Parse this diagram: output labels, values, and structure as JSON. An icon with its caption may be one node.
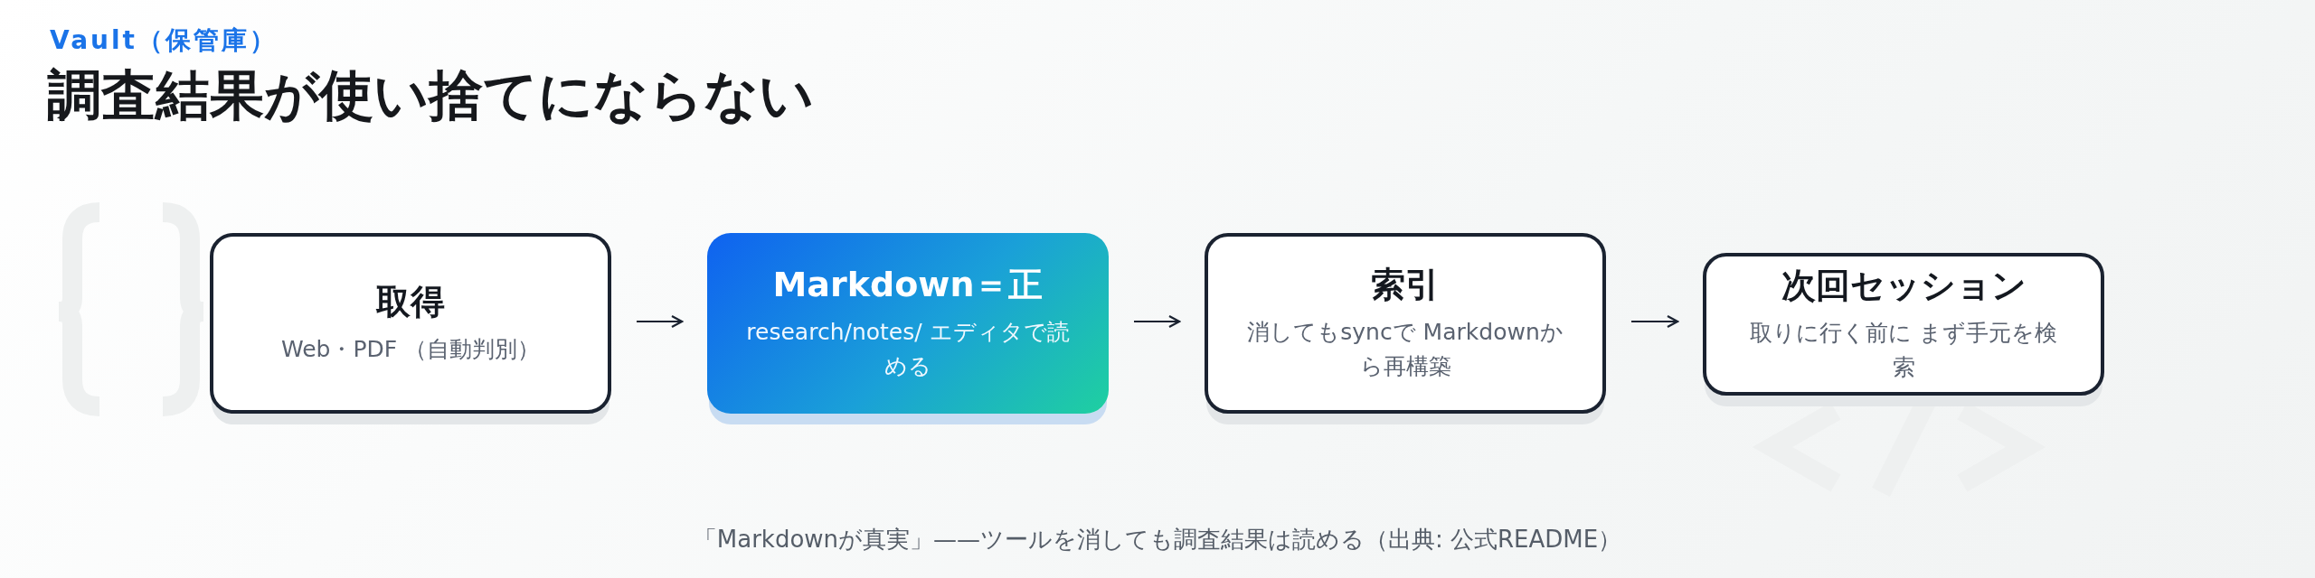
{
  "diagram": {
    "title": "調査結果が使い捨てにならない",
    "caption": "「Markdownが真実」——ツールを消しても調査結果は読める（出典: 公式README）",
    "nodes": [
      {
        "text": [
          "取得",
          "Web・PDF （自動判別）"
        ]
      },
      {
        "text": [
          "Markdown＝正",
          "research/notes/ エディタで読める"
        ]
      },
      {
        "text": [
          "索引",
          "消してもsyncで Markdownから再構築"
        ]
      },
      {
        "text": [
          "次回セッション",
          "取りに行く前に まず手元を検索"
        ]
      }
    ],
    "edges": [
      {
        "from": 0,
        "to": 1,
        "arrow": "to"
      },
      {
        "from": 1,
        "to": 2,
        "arrow": "to"
      },
      {
        "from": 2,
        "to": 3,
        "arrow": "to"
      }
    ],
    "labels": [
      "Vault（保管庫）"
    ]
  }
}
